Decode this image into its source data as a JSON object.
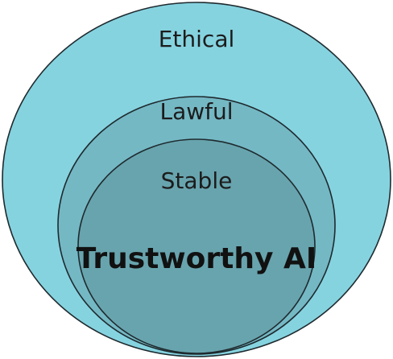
{
  "diagram": {
    "rings": [
      {
        "label": "Ethical",
        "color": "#86d3e0"
      },
      {
        "label": "Lawful",
        "color": "#74b8c4"
      },
      {
        "label": "Stable",
        "color": "#68a4ae"
      }
    ],
    "core": {
      "label": "Trustworthy AI"
    },
    "stroke_color": "#1e2a2e"
  }
}
